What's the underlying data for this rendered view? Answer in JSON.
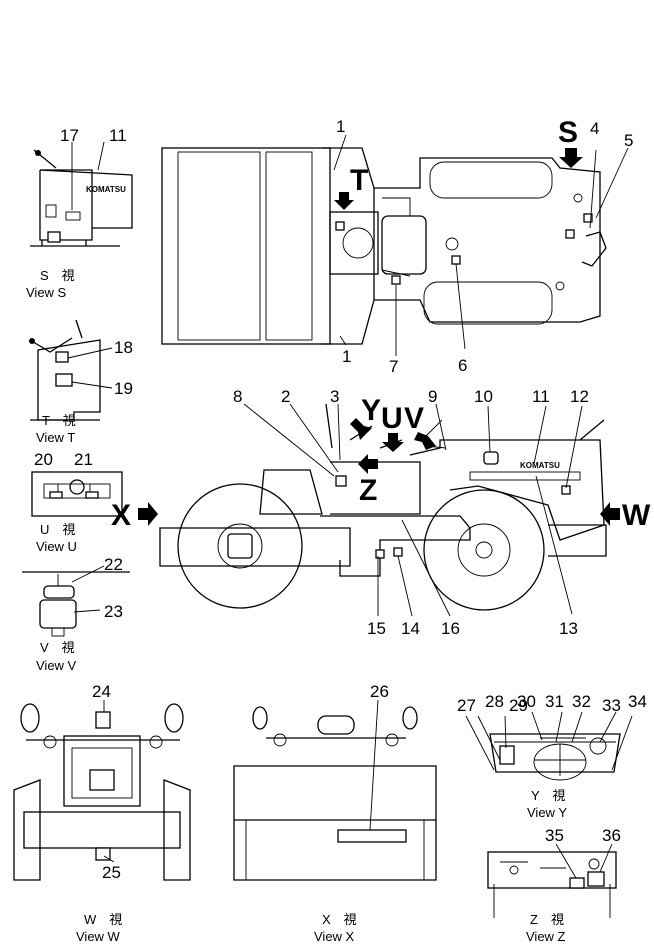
{
  "callouts": {
    "n1a": "1",
    "n1b": "1",
    "n2": "2",
    "n3": "3",
    "n4": "4",
    "n5": "5",
    "n6": "6",
    "n7": "7",
    "n8": "8",
    "n9": "9",
    "n10": "10",
    "n11": "11",
    "n11s": "11",
    "n12": "12",
    "n13": "13",
    "n14": "14",
    "n15": "15",
    "n16": "16",
    "n17": "17",
    "n18": "18",
    "n19": "19",
    "n20": "20",
    "n21": "21",
    "n22": "22",
    "n23": "23",
    "n24": "24",
    "n25": "25",
    "n26": "26",
    "n27": "27",
    "n28": "28",
    "n29": "29",
    "n30": "30",
    "n31": "31",
    "n32": "32",
    "n33": "33",
    "n34": "34",
    "n35": "35",
    "n36": "36"
  },
  "view_letters": {
    "s": "S",
    "t": "T",
    "y": "Y",
    "u": "U",
    "v": "V",
    "z": "Z",
    "x": "X",
    "w": "W"
  },
  "captions": {
    "s": {
      "jp": "S　視",
      "en": "View  S"
    },
    "t": {
      "jp": "T　視",
      "en": "View  T"
    },
    "u": {
      "jp": "U　視",
      "en": "View  U"
    },
    "v": {
      "jp": "V　視",
      "en": "View  V"
    },
    "w": {
      "jp": "W　視",
      "en": "View  W"
    },
    "x": {
      "jp": "X　視",
      "en": "View  X"
    },
    "y": {
      "jp": "Y　視",
      "en": "View  Y"
    },
    "z": {
      "jp": "Z　視",
      "en": "View  Z"
    }
  },
  "decal_text": "KOMATSU"
}
